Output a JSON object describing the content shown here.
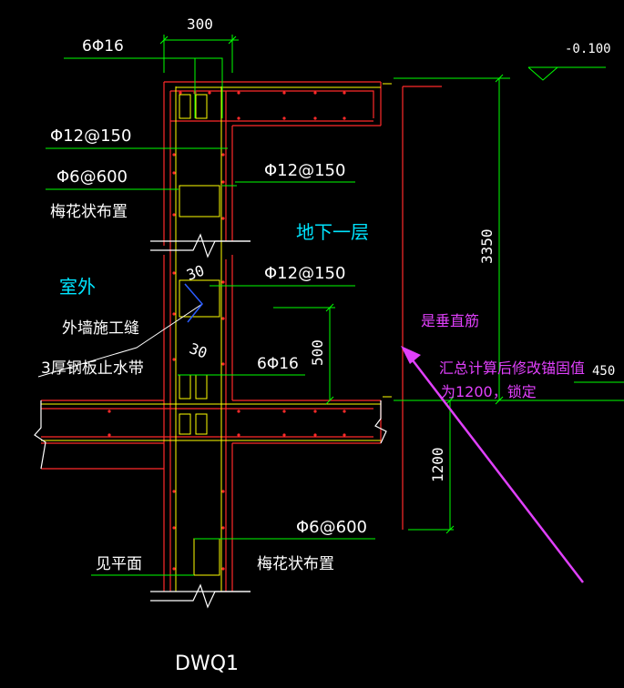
{
  "labels": {
    "dim_top": "300",
    "rebar_top": "6Φ16",
    "rebar_wall_1": "Φ12@150",
    "tie_1": "Φ6@600",
    "tie_1_note": "梅花状布置",
    "rebar_inner_1": "Φ12@150",
    "floor_name": "地下一层",
    "outside": "室外",
    "angle_a": "30",
    "rebar_inner_2": "Φ12@150",
    "joint": "外墙施工缝",
    "waterstop": "3厚钢板止水带",
    "angle_b": "30",
    "dim_500": "500",
    "rebar_mid": "6Φ16",
    "tie_2": "Φ6@600",
    "tie_2_note": "梅花状布置",
    "see_plan": "见平面",
    "elevation": "-0.100",
    "dim_3350": "3350",
    "dim_1200": "1200",
    "dim_right": "450",
    "drawing_id": "DWQ1"
  },
  "annotation": {
    "vertical_bar": "是垂直筋",
    "note_line1": "汇总计算后修改锚固值",
    "note_line2": "为1200，锁定"
  },
  "colors": {
    "background": "#000000",
    "concrete": "#ff2a2a",
    "rebar": "#ffff00",
    "dimension": "#00ff00",
    "text": "#ffffff",
    "floor_label": "#00e5ff",
    "annotation": "#e040fb",
    "joint": "#2b5cff"
  }
}
